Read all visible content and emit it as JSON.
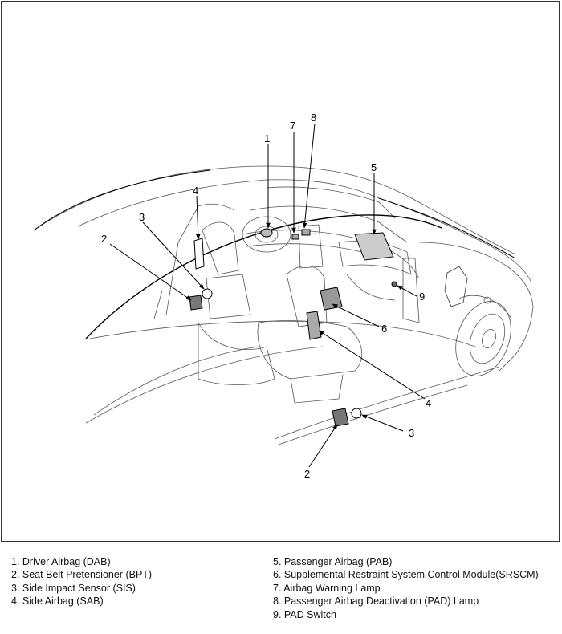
{
  "callouts": {
    "c1": "1",
    "c7": "7",
    "c8": "8",
    "c5": "5",
    "c4_top": "4",
    "c3_top": "3",
    "c2_top": "2",
    "c9": "9",
    "c6": "6",
    "c4_bottom": "4",
    "c3_bottom": "3",
    "c2_bottom": "2"
  },
  "legend": {
    "left": [
      "1. Driver Airbag (DAB)",
      "2. Seat Belt Pretensioner (BPT)",
      "3. Side Impact Sensor (SIS)",
      "4. Side Airbag (SAB)"
    ],
    "right": [
      "5. Passenger Airbag (PAB)",
      "6. Supplemental Restraint System Control Module(SRSCM)",
      "7. Airbag Warning Lamp",
      "8. Passenger Airbag Deactivation (PAD) Lamp",
      "9. PAD Switch"
    ]
  }
}
